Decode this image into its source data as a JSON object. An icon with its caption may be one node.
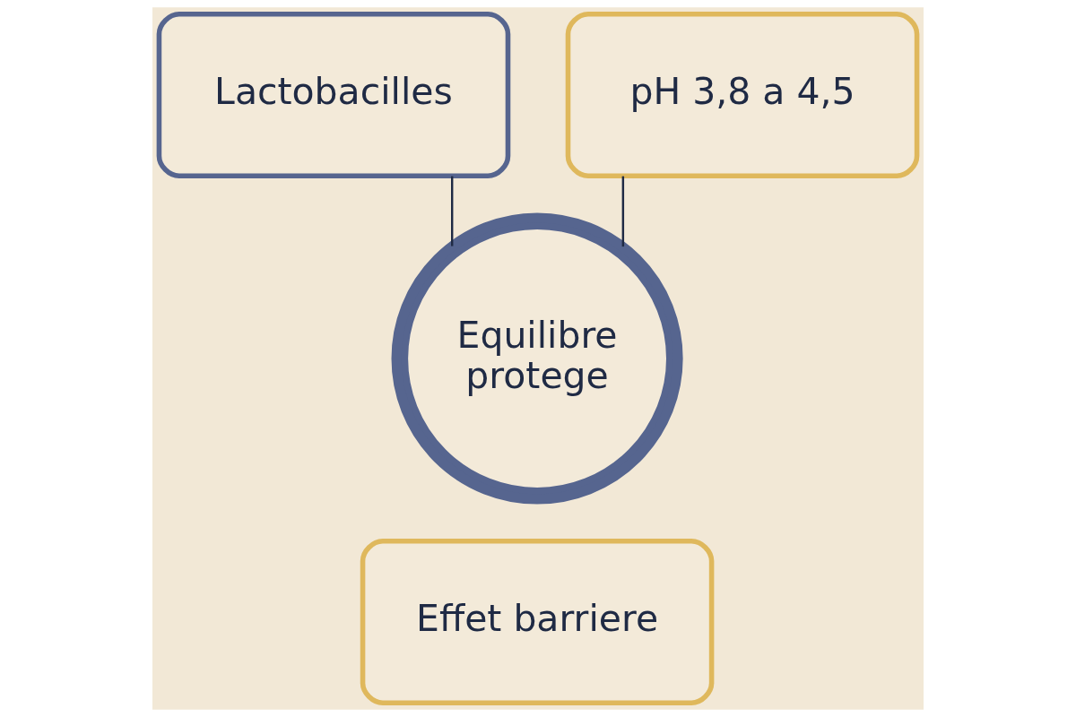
{
  "diagram": {
    "nodes": [
      {
        "text": [
          "Lactobacilles"
        ]
      },
      {
        "text": [
          "pH 3,8 a 4,5"
        ]
      },
      {
        "text": [
          "Equilibre protege"
        ]
      },
      {
        "text": [
          "Effet barriere"
        ]
      }
    ],
    "edges": [
      {
        "from": 0,
        "to": 2,
        "arrow": "none"
      },
      {
        "from": 1,
        "to": 2,
        "arrow": "none"
      }
    ]
  }
}
